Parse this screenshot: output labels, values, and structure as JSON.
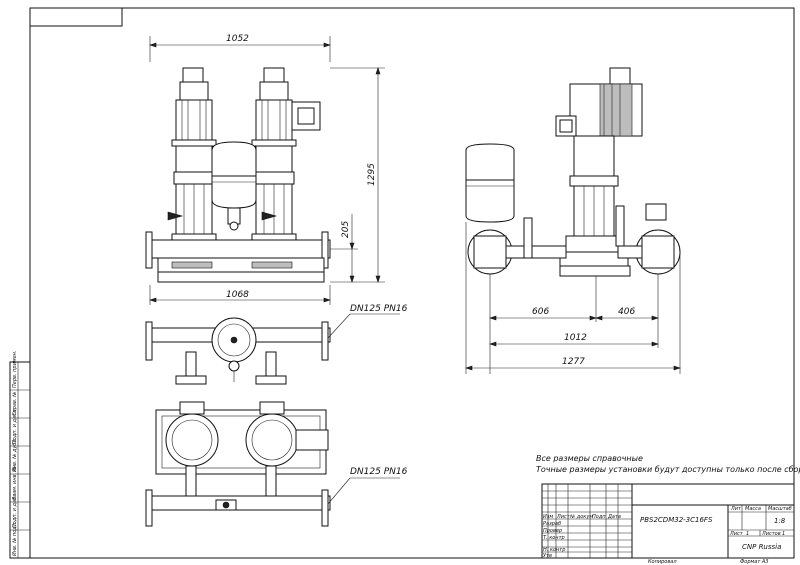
{
  "dimensions": {
    "width_top": "1052",
    "height_total": "1295",
    "height_pipe": "205",
    "width_base": "1068",
    "side_left": "606",
    "side_right": "406",
    "side_mid": "1012",
    "side_total": "1277"
  },
  "labels": {
    "dn_top": "DN125 PN16",
    "dn_bottom": "DN125 PN16"
  },
  "notes": {
    "line1": "Все размеры справочные",
    "line2": "Точные размеры установки будут доступны только после сборки"
  },
  "title_block": {
    "designation": "PBS2CDM32-3C16FS",
    "lit_header": "Лит",
    "mass_header": "Масса",
    "scale_header": "Масштаб",
    "scale_value": "1:8",
    "sheet_label": "Лист",
    "sheet_value": "1",
    "sheets_label": "Листов",
    "sheets_value": "1",
    "company": "CNP Russia",
    "copied": "Копировал",
    "format": "Формат A3",
    "rows": [
      "Изм",
      "Лист",
      "№ докум",
      "Подп",
      "Дата",
      "Разраб",
      "Провер",
      "Т. контр",
      "Н. контр",
      "Утв"
    ]
  },
  "side_stamp": [
    "Инв. № подл.",
    "Подп. и дата",
    "Взам. инв. №",
    "Инв. № дубл.",
    "Подп. и дата",
    "Справ. №",
    "Перв. примен."
  ]
}
